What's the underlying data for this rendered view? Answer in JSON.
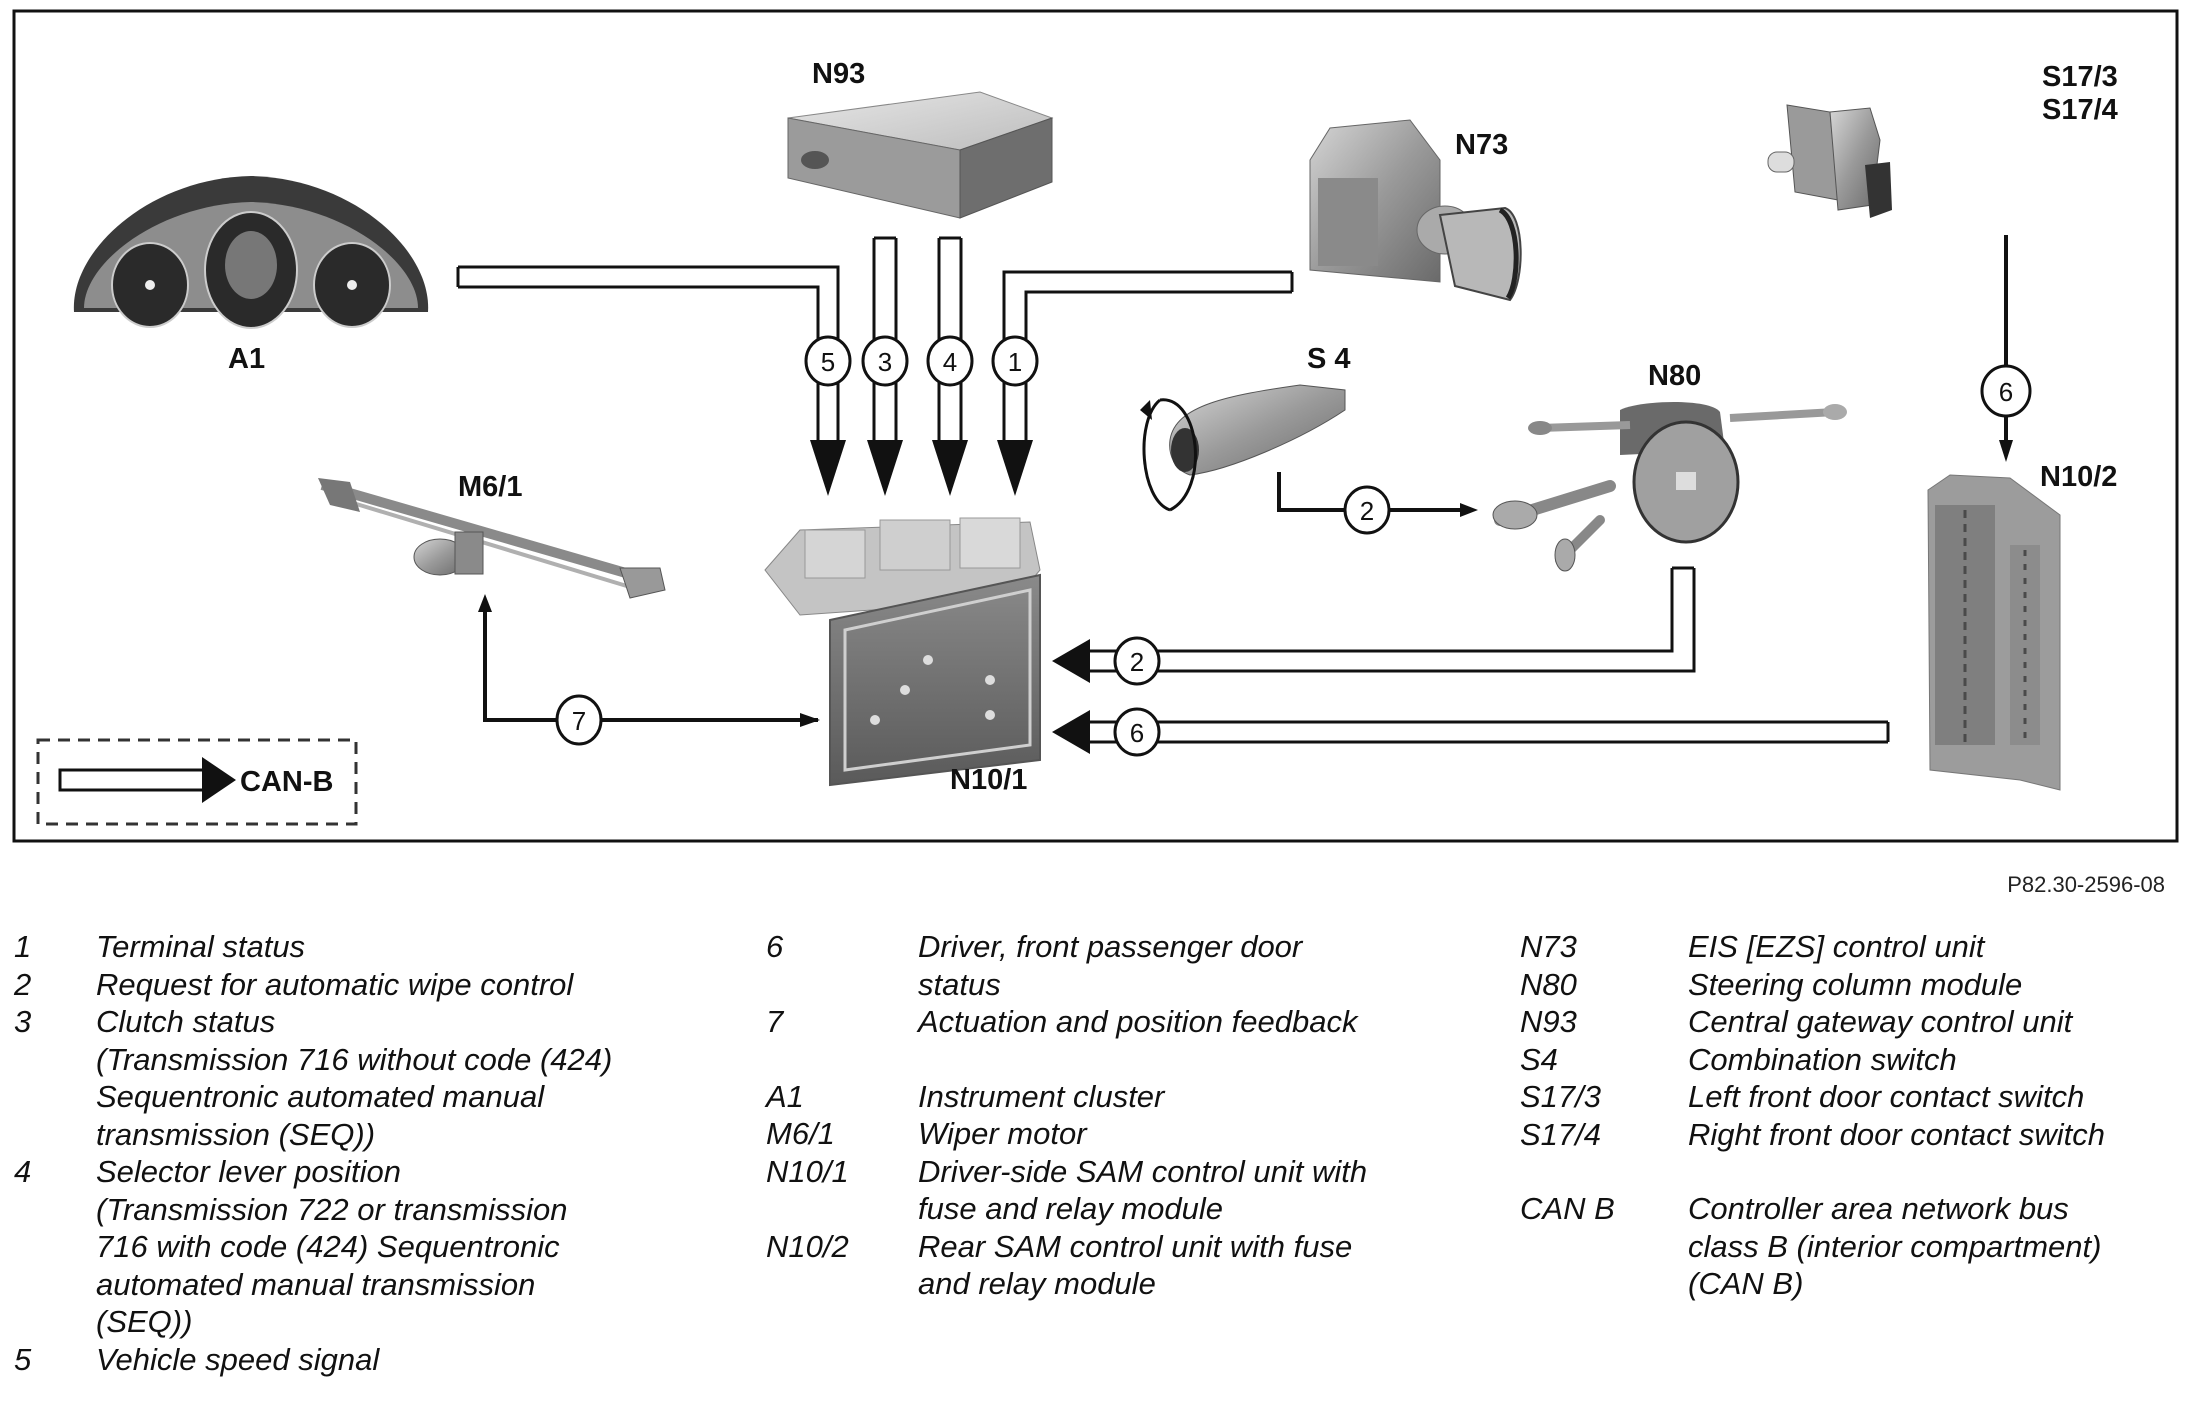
{
  "diagram": {
    "components": {
      "A1": "A1",
      "N93": "N93",
      "N73": "N73",
      "S17": [
        "S17/3",
        "S17/4"
      ],
      "M6_1": "M6/1",
      "S4": "S 4",
      "N80": "N80",
      "N10_1": "N10/1",
      "N10_2": "N10/2"
    },
    "signal_badges": {
      "a1_to_n10_1": "5",
      "n93_clutch": "3",
      "n93_selector": "4",
      "n73_to_n10_1": "1",
      "s4_to_n80": "2",
      "n80_to_n10_1": "2",
      "n10_2_to_n10_1": "6",
      "s17_to_n10_2": "6",
      "n10_1_to_m6_1": "7"
    },
    "connections": [
      {
        "from": "A1",
        "to": "N10/1",
        "signal": "5",
        "bus": "CAN-B"
      },
      {
        "from": "N93",
        "to": "N10/1",
        "signal": "3",
        "bus": "CAN-B"
      },
      {
        "from": "N93",
        "to": "N10/1",
        "signal": "4",
        "bus": "CAN-B"
      },
      {
        "from": "N73",
        "to": "N10/1",
        "signal": "1",
        "bus": "CAN-B"
      },
      {
        "from": "S4",
        "to": "N80",
        "signal": "2",
        "bus": "direct"
      },
      {
        "from": "N80",
        "to": "N10/1",
        "signal": "2",
        "bus": "CAN-B"
      },
      {
        "from": "S17/3, S17/4",
        "to": "N10/2",
        "signal": "6",
        "bus": "direct"
      },
      {
        "from": "N10/2",
        "to": "N10/1",
        "signal": "6",
        "bus": "CAN-B"
      },
      {
        "from": "N10/1",
        "to": "M6/1",
        "signal": "7",
        "bus": "direct"
      }
    ],
    "bus_legend_label": "CAN-B"
  },
  "doc_ref": "P82.30-2596-08",
  "legend": {
    "signals": [
      {
        "key": "1",
        "desc": "Terminal status"
      },
      {
        "key": "2",
        "desc": "Request for automatic wipe control"
      },
      {
        "key": "3",
        "desc": "Clutch status\n(Transmission 716 without code (424)\nSequentronic automated manual\ntransmission (SEQ))"
      },
      {
        "key": "4",
        "desc": "Selector lever position\n(Transmission 722 or transmission\n716 with code (424) Sequentronic\nautomated manual transmission\n(SEQ))"
      },
      {
        "key": "5",
        "desc": "Vehicle speed signal"
      },
      {
        "key": "6",
        "desc": "Driver, front passenger door\nstatus"
      },
      {
        "key": "7",
        "desc": "Actuation and position feedback"
      }
    ],
    "components_a": [
      {
        "key": "A1",
        "desc": "Instrument cluster"
      },
      {
        "key": "M6/1",
        "desc": "Wiper motor"
      },
      {
        "key": "N10/1",
        "desc": "Driver-side SAM control unit with\nfuse and relay module"
      },
      {
        "key": "N10/2",
        "desc": "Rear SAM control unit with fuse\nand relay module"
      }
    ],
    "components_b": [
      {
        "key": "N73",
        "desc": "EIS [EZS] control unit"
      },
      {
        "key": "N80",
        "desc": "Steering column module"
      },
      {
        "key": "N93",
        "desc": "Central gateway control unit"
      },
      {
        "key": "S4",
        "desc": "Combination switch"
      },
      {
        "key": "S17/3",
        "desc": "Left front door contact switch"
      },
      {
        "key": "S17/4",
        "desc": "Right front door contact switch"
      }
    ],
    "abbreviations": [
      {
        "key": "CAN B",
        "desc": "Controller area network bus\nclass B (interior compartment)\n(CAN B)"
      }
    ]
  }
}
